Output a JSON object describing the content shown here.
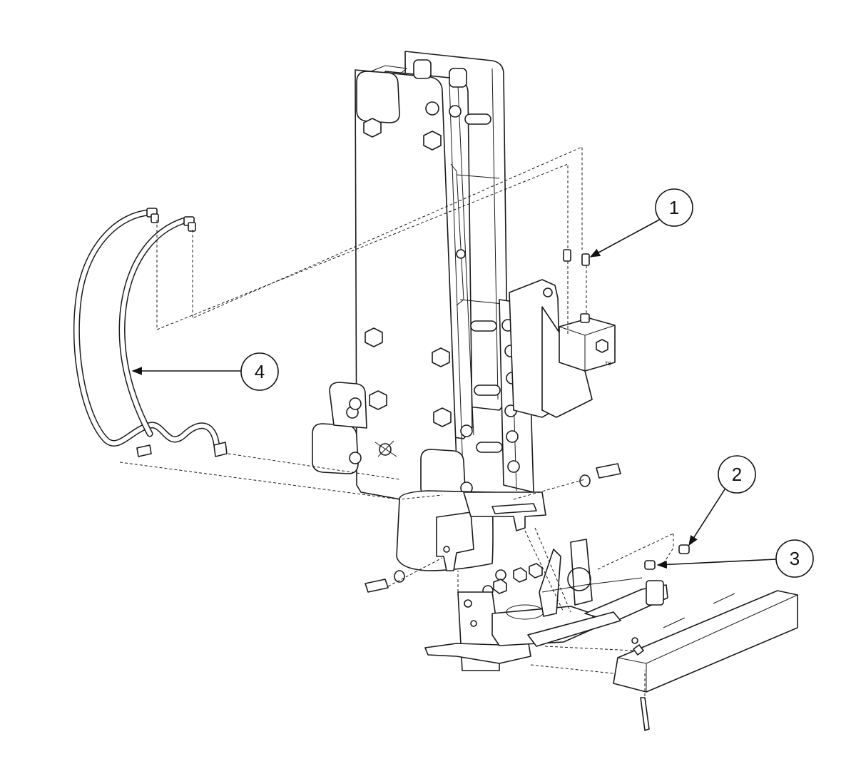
{
  "diagram": {
    "callouts": [
      {
        "number": "1",
        "target": "fittings-at-valve-block"
      },
      {
        "number": "2",
        "target": "fitting-on-cylinder-end"
      },
      {
        "number": "3",
        "target": "fitting-on-cylinder-base"
      },
      {
        "number": "4",
        "target": "hydraulic-hoses"
      }
    ],
    "stamp": "TB"
  }
}
